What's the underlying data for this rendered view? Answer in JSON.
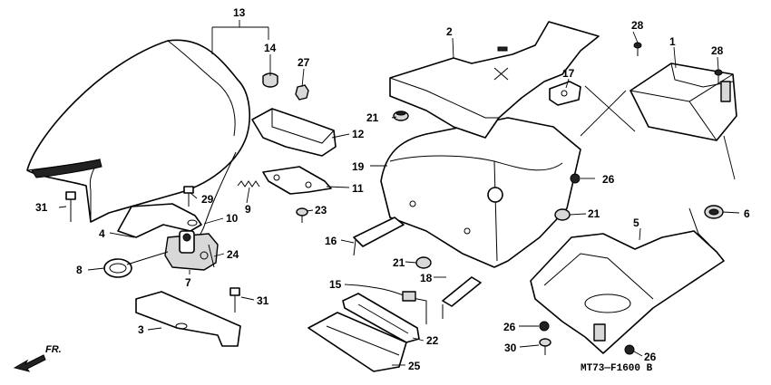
{
  "callouts": [
    {
      "id": "c1",
      "text": "1"
    },
    {
      "id": "c2",
      "text": "2"
    },
    {
      "id": "c3",
      "text": "3"
    },
    {
      "id": "c4",
      "text": "4"
    },
    {
      "id": "c5",
      "text": "5"
    },
    {
      "id": "c6",
      "text": "6"
    },
    {
      "id": "c7",
      "text": "7"
    },
    {
      "id": "c8",
      "text": "8"
    },
    {
      "id": "c9",
      "text": "9"
    },
    {
      "id": "c10",
      "text": "10"
    },
    {
      "id": "c11",
      "text": "11"
    },
    {
      "id": "c12",
      "text": "12"
    },
    {
      "id": "c13",
      "text": "13"
    },
    {
      "id": "c14",
      "text": "14"
    },
    {
      "id": "c15",
      "text": "15"
    },
    {
      "id": "c16",
      "text": "16"
    },
    {
      "id": "c17",
      "text": "17"
    },
    {
      "id": "c18",
      "text": "18"
    },
    {
      "id": "c19",
      "text": "19"
    },
    {
      "id": "c21a",
      "text": "21"
    },
    {
      "id": "c21b",
      "text": "21"
    },
    {
      "id": "c21c",
      "text": "21"
    },
    {
      "id": "c22",
      "text": "22"
    },
    {
      "id": "c23",
      "text": "23"
    },
    {
      "id": "c24",
      "text": "24"
    },
    {
      "id": "c25",
      "text": "25"
    },
    {
      "id": "c26a",
      "text": "26"
    },
    {
      "id": "c26b",
      "text": "26"
    },
    {
      "id": "c26c",
      "text": "26"
    },
    {
      "id": "c27",
      "text": "27"
    },
    {
      "id": "c28a",
      "text": "28"
    },
    {
      "id": "c28b",
      "text": "28"
    },
    {
      "id": "c29",
      "text": "29"
    },
    {
      "id": "c30",
      "text": "30"
    },
    {
      "id": "c31a",
      "text": "31"
    },
    {
      "id": "c31b",
      "text": "31"
    }
  ],
  "direction_label": "FR.",
  "drawing_code": "MT73—F1600 B"
}
